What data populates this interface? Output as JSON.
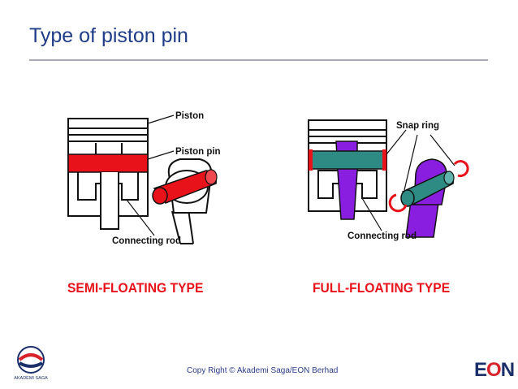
{
  "slide": {
    "title": "Type of piston pin"
  },
  "diagrams": {
    "semi_floating": {
      "labels": {
        "piston": "Piston",
        "piston_pin": "Piston pin",
        "connecting_rod": "Connecting rod"
      },
      "caption": "SEMI-FLOATING TYPE",
      "pin_color": "#e8121a"
    },
    "full_floating": {
      "labels": {
        "snap_ring": "Snap ring",
        "connecting_rod": "Connecting rod"
      },
      "caption": "FULL-FLOATING TYPE",
      "pin_color": "#2e8b84",
      "rod_color": "#8a1ee0",
      "snap_ring_color": "#e8121a"
    }
  },
  "footer": {
    "copyright": "Copy Right © Akademi Saga/EON Berhad",
    "logo_left_text": "AKADEMI SAGA",
    "logo_right_text": "EON",
    "logo_right_o": "O",
    "logo_right_e": "E",
    "logo_right_n": "N"
  }
}
